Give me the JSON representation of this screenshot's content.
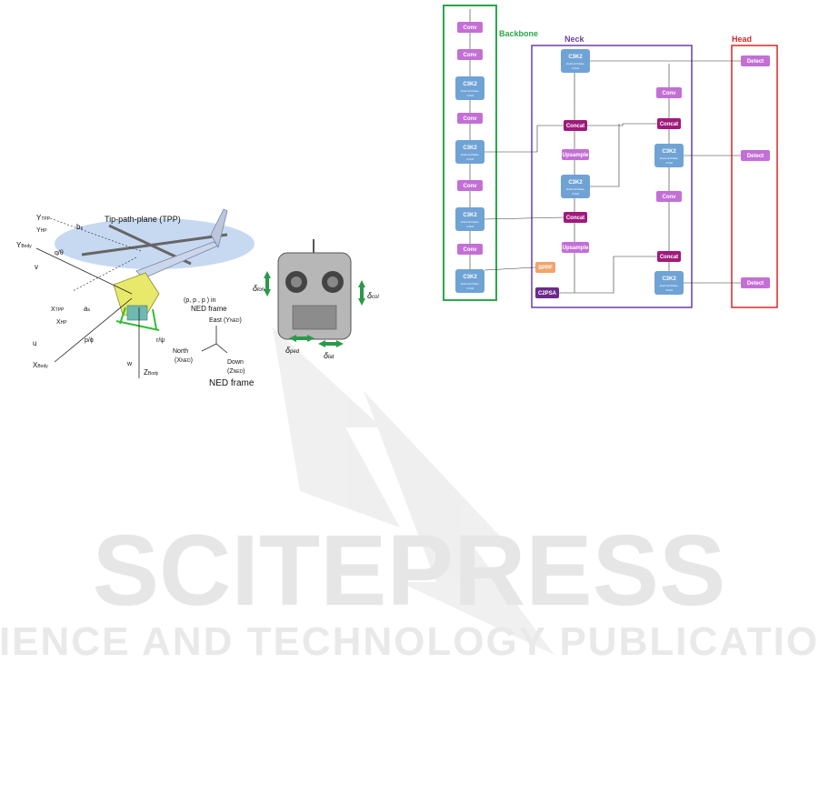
{
  "watermark": {
    "title": "SCITEPRESS",
    "subtitle": "SCIENCE AND TECHNOLOGY PUBLICATIONS"
  },
  "helicopter_figure": {
    "tpp_label": "Tip-path-plane (TPP)",
    "labels": {
      "y_tpp": "Y",
      "y_tpp_sub": "TPP",
      "b_s": "b",
      "b_s_sub": "s",
      "y_hp": "Y",
      "y_hp_sub": "HP",
      "y_body": "Y",
      "y_body_sub": "Body",
      "q_theta": "q/θ",
      "v": "v",
      "x_tpp": "X",
      "x_tpp_sub": "TPP",
      "a_s": "a",
      "a_s_sub": "s",
      "x_hp": "X",
      "x_hp_sub": "HP",
      "position": "(p",
      "position_rest": ", p , p ) in",
      "ned_frame_in": "NED frame",
      "u": "u",
      "p_phi": "p/ϕ",
      "x_body": "X",
      "x_body_sub": "Body",
      "r_psi": "r/ψ",
      "w": "w",
      "z_body": "Z",
      "z_body_sub": "Body",
      "east": "East (Y",
      "east_sub": "NED",
      "north": "North",
      "north_x": "(X",
      "north_sub": "NED",
      "down": "Down",
      "down_z": "(Z",
      "down_sub": "NED",
      "ned_frame": "NED frame"
    },
    "controls": {
      "lon": "δ",
      "lon_sub": "lon",
      "col": "δ",
      "col_sub": "col",
      "ped": "δ",
      "ped_sub": "ped",
      "lat": "δ",
      "lat_sub": "lat"
    }
  },
  "network": {
    "backbone_label": "Backbone",
    "neck_label": "Neck",
    "head_label": "Head",
    "colors": {
      "backbone": "#2aa84a",
      "neck": "#6b3fa0",
      "head": "#d62828",
      "c3k2": "#6fa3d6",
      "conv": "#c36fd6",
      "concat": "#a01a7c",
      "sppf": "#f0a46c",
      "c2psa": "#6b2a8c",
      "detect": "#c36fd6"
    },
    "blocks": {
      "conv": "Conv",
      "c3k2": "C3K2",
      "c3k2_sub": "shortcut=False,",
      "c3k2_sub2": "n=3xd",
      "concat": "Concat",
      "upsample": "Upsample",
      "sppf": "SPPF",
      "c2psa": "C2PSA",
      "detect": "Detect"
    }
  }
}
